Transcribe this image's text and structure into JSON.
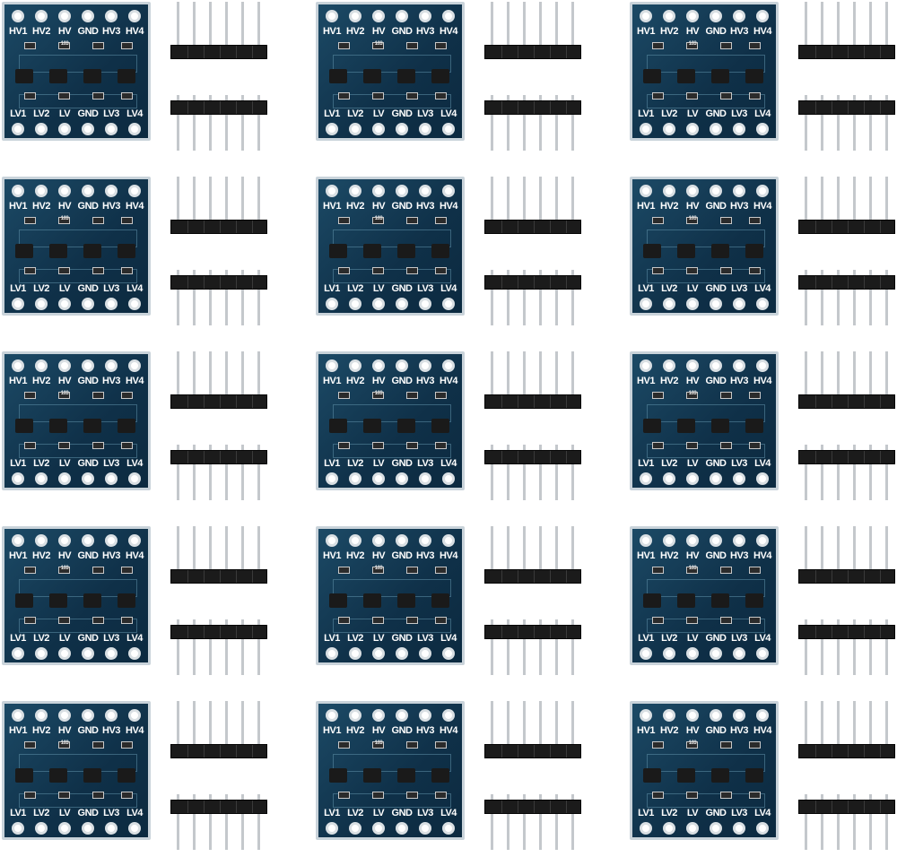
{
  "image": {
    "subject": "level shifter modules with pin headers",
    "background_color": "#ffffff",
    "pcb_color": "#123a52",
    "top_labels": [
      "HV1",
      "HV2",
      "HV",
      "GND",
      "HV3",
      "HV4"
    ],
    "bottom_labels": [
      "LV1",
      "LV2",
      "LV",
      "GND",
      "LV3",
      "LV4"
    ],
    "chip_marking": "103",
    "rows": 5,
    "columns": 3,
    "kit_count": 15
  }
}
